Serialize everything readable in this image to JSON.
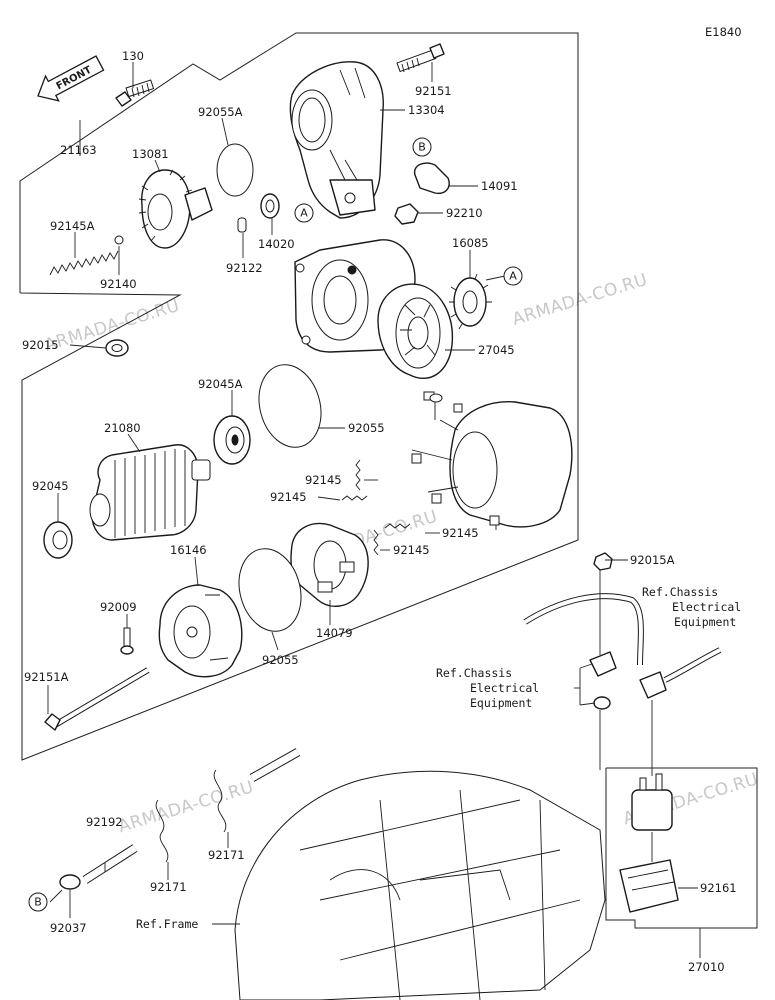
{
  "diagram_code": "E1840",
  "front_label": "FRONT",
  "watermarks": [
    "ARMADA-CO.RU",
    "ARMADA-CO.RU",
    "ARMADA-CO.RU",
    "ARMADA-CO.RU",
    "ARMADA-CO.RU",
    "ARMADA-CO.RU",
    "ARMADA-CO.RU"
  ],
  "parts": {
    "p130": "130",
    "p21163": "21163",
    "p92055A": "92055A",
    "p92151": "92151",
    "p13304": "13304",
    "p13081": "13081",
    "p14091": "14091",
    "p92210": "92210",
    "p92145A": "92145A",
    "p92140": "92140",
    "p14020": "14020",
    "p92122": "92122",
    "p16085": "16085",
    "p92015": "92015",
    "p27045": "27045",
    "p92045A": "92045A",
    "p92055_1": "92055",
    "p21080": "21080",
    "p92145_1": "92145",
    "p92145_2": "92145",
    "p92045": "92045",
    "p92145_3": "92145",
    "p92145_4": "92145",
    "p16146": "16146",
    "p92015A": "92015A",
    "p92009": "92009",
    "p14079": "14079",
    "p92055_2": "92055",
    "p92151A": "92151A",
    "p92192": "92192",
    "p92171_1": "92171",
    "p92171_2": "92171",
    "p92161": "92161",
    "p92037": "92037",
    "p27010": "27010"
  },
  "refs": {
    "chassis_right": [
      "Ref.Chassis",
      "Electrical",
      "Equipment"
    ],
    "chassis_left": [
      "Ref.Chassis",
      "Electrical",
      "Equipment"
    ],
    "frame": "Ref.Frame"
  },
  "bubbles": {
    "b1": "B",
    "a1": "A",
    "a2": "A",
    "b2": "B"
  }
}
